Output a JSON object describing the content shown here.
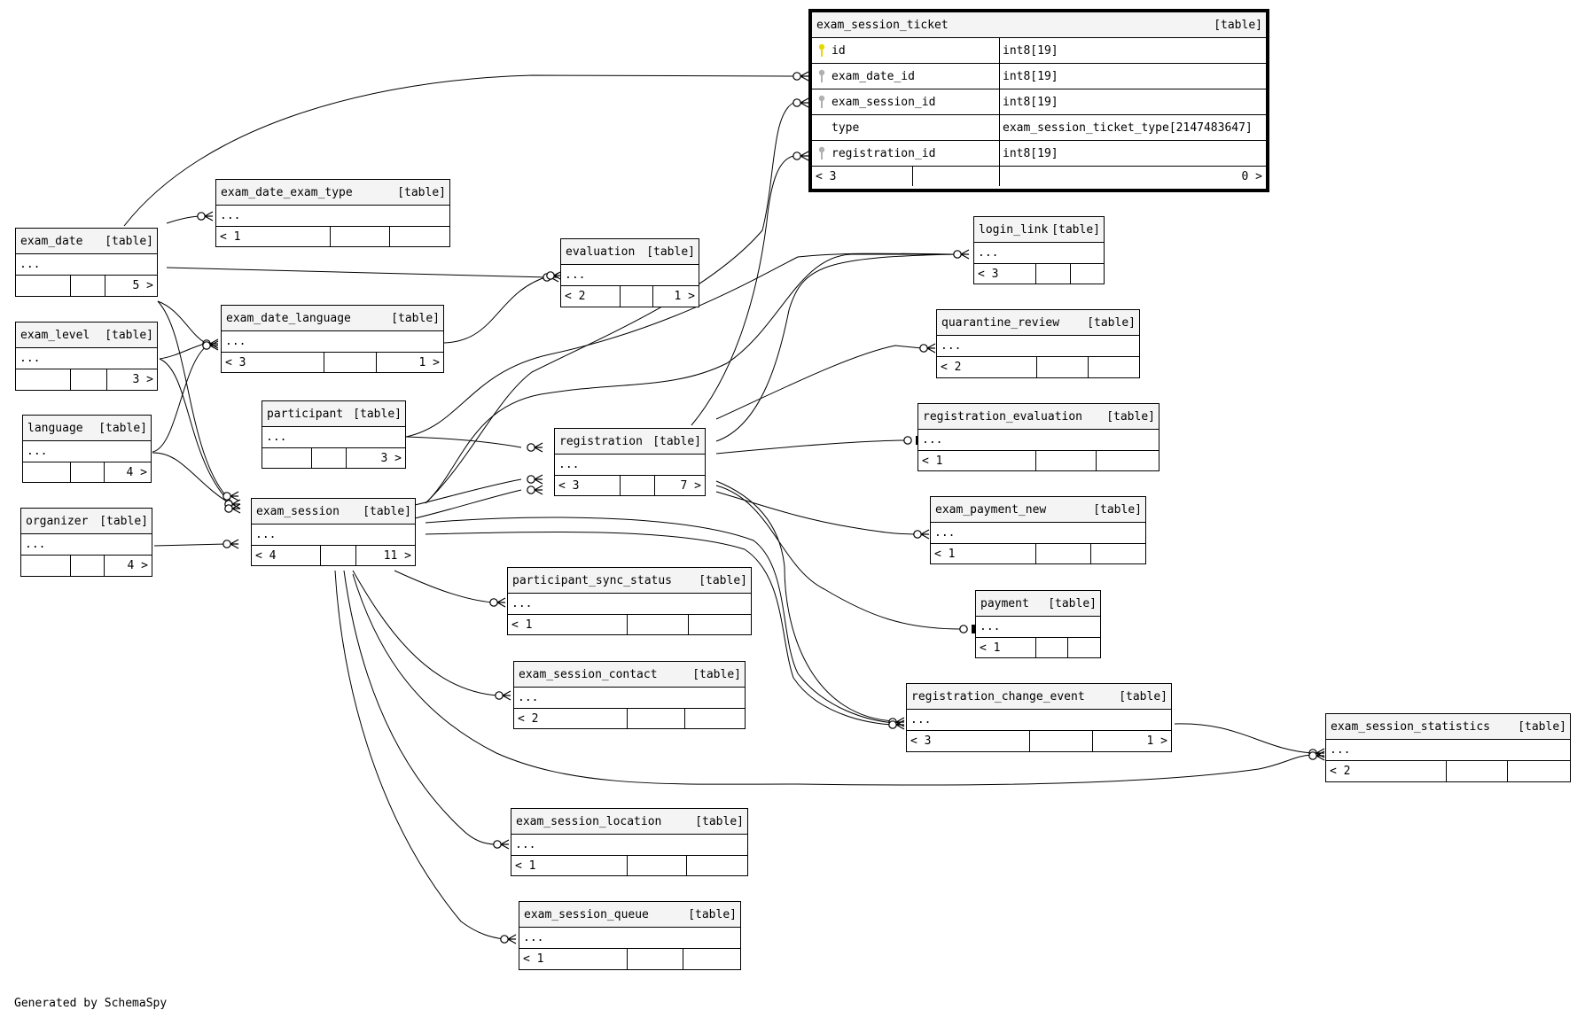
{
  "diagram": {
    "credit": "Generated by SchemaSpy",
    "kind_label": "[table]",
    "focus_table": {
      "name": "exam_session_ticket",
      "kind": "[table]",
      "columns": [
        {
          "name": "id",
          "type": "int8[19]",
          "key": "primary-key",
          "key_color": "#e6d800"
        },
        {
          "name": "exam_date_id",
          "type": "int8[19]",
          "key": "foreign-key",
          "key_color": "#b0b0b0"
        },
        {
          "name": "exam_session_id",
          "type": "int8[19]",
          "key": "foreign-key",
          "key_color": "#b0b0b0"
        },
        {
          "name": "type",
          "type": "exam_session_ticket_type[2147483647]",
          "key": "none",
          "key_color": ""
        },
        {
          "name": "registration_id",
          "type": "int8[19]",
          "key": "foreign-key",
          "key_color": "#b0b0b0"
        }
      ],
      "parents": "< 3",
      "children": "0 >"
    },
    "tables": [
      {
        "name": "exam_date",
        "kind": "[table]",
        "body": "...",
        "parents": "",
        "children": "5 >"
      },
      {
        "name": "exam_date_exam_type",
        "kind": "[table]",
        "body": "...",
        "parents": "< 1",
        "children": ""
      },
      {
        "name": "exam_level",
        "kind": "[table]",
        "body": "...",
        "parents": "",
        "children": "3 >"
      },
      {
        "name": "exam_date_language",
        "kind": "[table]",
        "body": "...",
        "parents": "< 3",
        "children": "1 >"
      },
      {
        "name": "language",
        "kind": "[table]",
        "body": "...",
        "parents": "",
        "children": "4 >"
      },
      {
        "name": "organizer",
        "kind": "[table]",
        "body": "...",
        "parents": "",
        "children": "4 >"
      },
      {
        "name": "participant",
        "kind": "[table]",
        "body": "...",
        "parents": "",
        "children": "3 >"
      },
      {
        "name": "exam_session",
        "kind": "[table]",
        "body": "...",
        "parents": "< 4",
        "children": "11 >"
      },
      {
        "name": "evaluation",
        "kind": "[table]",
        "body": "...",
        "parents": "< 2",
        "children": "1 >"
      },
      {
        "name": "registration",
        "kind": "[table]",
        "body": "...",
        "parents": "< 3",
        "children": "7 >"
      },
      {
        "name": "login_link",
        "kind": "[table]",
        "body": "...",
        "parents": "< 3",
        "children": ""
      },
      {
        "name": "quarantine_review",
        "kind": "[table]",
        "body": "...",
        "parents": "< 2",
        "children": ""
      },
      {
        "name": "registration_evaluation",
        "kind": "[table]",
        "body": "...",
        "parents": "< 1",
        "children": ""
      },
      {
        "name": "exam_payment_new",
        "kind": "[table]",
        "body": "...",
        "parents": "< 1",
        "children": ""
      },
      {
        "name": "payment",
        "kind": "[table]",
        "body": "...",
        "parents": "< 1",
        "children": ""
      },
      {
        "name": "registration_change_event",
        "kind": "[table]",
        "body": "...",
        "parents": "< 3",
        "children": "1 >"
      },
      {
        "name": "exam_session_statistics",
        "kind": "[table]",
        "body": "...",
        "parents": "< 2",
        "children": ""
      },
      {
        "name": "participant_sync_status",
        "kind": "[table]",
        "body": "...",
        "parents": "< 1",
        "children": ""
      },
      {
        "name": "exam_session_contact",
        "kind": "[table]",
        "body": "...",
        "parents": "< 2",
        "children": ""
      },
      {
        "name": "exam_session_location",
        "kind": "[table]",
        "body": "...",
        "parents": "< 1",
        "children": ""
      },
      {
        "name": "exam_session_queue",
        "kind": "[table]",
        "body": "...",
        "parents": "< 1",
        "children": ""
      }
    ],
    "relationships": [
      {
        "from": "exam_date",
        "to": "exam_session_ticket",
        "to_column": "exam_date_id",
        "type": "one-to-zero-or-many"
      },
      {
        "from": "exam_session",
        "to": "exam_session_ticket",
        "to_column": "exam_session_id",
        "type": "one-to-zero-or-many"
      },
      {
        "from": "registration",
        "to": "exam_session_ticket",
        "to_column": "registration_id",
        "type": "one-to-zero-or-many"
      },
      {
        "from": "exam_date",
        "to": "exam_date_exam_type",
        "type": "one-to-zero-or-many"
      },
      {
        "from": "exam_date",
        "to": "evaluation",
        "type": "one-to-zero-or-many"
      },
      {
        "from": "exam_date_language",
        "to": "evaluation",
        "type": "one-to-zero-or-many"
      },
      {
        "from": "exam_date",
        "to": "exam_date_language",
        "type": "one-to-zero-or-many"
      },
      {
        "from": "exam_level",
        "to": "exam_date_language",
        "type": "one-to-zero-or-many"
      },
      {
        "from": "language",
        "to": "exam_date_language",
        "type": "one-to-zero-or-many"
      },
      {
        "from": "exam_date",
        "to": "exam_session",
        "type": "one-to-zero-or-many"
      },
      {
        "from": "exam_level",
        "to": "exam_session",
        "type": "one-to-zero-or-many"
      },
      {
        "from": "language",
        "to": "exam_session",
        "type": "one-to-zero-or-many"
      },
      {
        "from": "organizer",
        "to": "exam_session",
        "type": "one-to-zero-or-many"
      },
      {
        "from": "participant",
        "to": "registration",
        "type": "one-to-zero-or-many"
      },
      {
        "from": "exam_session",
        "to": "registration",
        "type": "one-to-zero-or-many"
      },
      {
        "from": "participant",
        "to": "login_link",
        "type": "one-to-zero-or-many"
      },
      {
        "from": "exam_session",
        "to": "login_link",
        "type": "one-to-zero-or-many"
      },
      {
        "from": "registration",
        "to": "login_link",
        "type": "one-to-zero-or-many"
      },
      {
        "from": "registration",
        "to": "quarantine_review",
        "type": "one-to-zero-or-many"
      },
      {
        "from": "registration",
        "to": "registration_evaluation",
        "type": "one-to-zero-or-one"
      },
      {
        "from": "registration",
        "to": "exam_payment_new",
        "type": "one-to-zero-or-many"
      },
      {
        "from": "registration",
        "to": "payment",
        "type": "one-to-zero-or-one"
      },
      {
        "from": "registration",
        "to": "registration_change_event",
        "type": "one-to-zero-or-many"
      },
      {
        "from": "exam_session",
        "to": "registration_change_event",
        "type": "one-to-zero-or-many"
      },
      {
        "from": "exam_session",
        "to": "exam_session_statistics",
        "type": "one-to-zero-or-many"
      },
      {
        "from": "registration_change_event",
        "to": "exam_session_statistics",
        "type": "one-to-zero-or-many"
      },
      {
        "from": "exam_session",
        "to": "participant_sync_status",
        "type": "one-to-zero-or-many"
      },
      {
        "from": "exam_session",
        "to": "exam_session_contact",
        "type": "one-to-zero-or-many"
      },
      {
        "from": "exam_session",
        "to": "exam_session_location",
        "type": "one-to-zero-or-many"
      },
      {
        "from": "exam_session",
        "to": "exam_session_queue",
        "type": "one-to-zero-or-many"
      }
    ]
  }
}
